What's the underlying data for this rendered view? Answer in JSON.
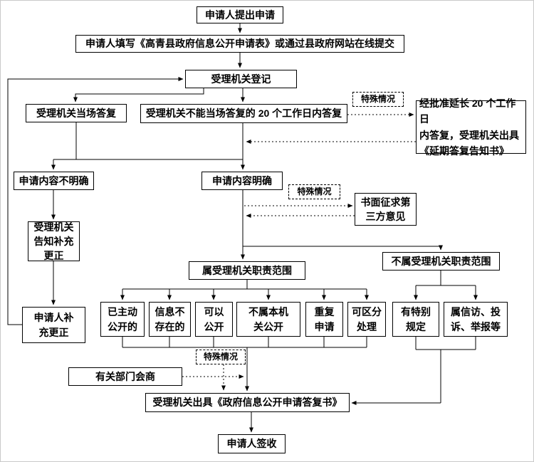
{
  "nodes": {
    "start": {
      "label": "申请人提出申请"
    },
    "fill_form": {
      "label": "申请人填写《高青县政府信息公开申请表》或通过县政府网站在线提交"
    },
    "register": {
      "label": "受理机关登记"
    },
    "onsite_reply": {
      "label": "受理机关当场答复"
    },
    "deferred_reply": {
      "label": "受理机关不能当场答复的 20 个工作日内答复"
    },
    "special_case_top": {
      "label": "特殊情况"
    },
    "extension": {
      "label": "经批准延长 20 个工作日\n内答复，受理机关出具\n《延期答复告知书》"
    },
    "content_unclear": {
      "label": "申请内容不明确"
    },
    "content_clear": {
      "label": "申请内容明确"
    },
    "special_case_mid": {
      "label": "特殊情况"
    },
    "third_party": {
      "label": "书面征求第\n三方意见"
    },
    "notify_correction": {
      "label": "受理机关\n告知补充\n更正"
    },
    "applicant_correction": {
      "label": "申请人补\n充更正"
    },
    "in_scope": {
      "label": "属受理机关职责范围"
    },
    "out_of_scope": {
      "label": "不属受理机关职责范围"
    },
    "already_public": {
      "label": "已主动\n公开的"
    },
    "not_exist": {
      "label": "信息不\n存在的"
    },
    "can_disclose": {
      "label": "可以\n公开"
    },
    "other_agency": {
      "label": "不属本机\n关公开"
    },
    "duplicate": {
      "label": "重复\n申请"
    },
    "separable": {
      "label": "可区分\n处理"
    },
    "special_provision": {
      "label": "有特别\n规定"
    },
    "petition": {
      "label": "属信访、投\n诉、举报等"
    },
    "special_case_bottom": {
      "label": "特殊情况"
    },
    "consultation": {
      "label": "有关部门会商"
    },
    "issue_reply": {
      "label": "受理机关出具《政府信息公开申请答复书》"
    },
    "sign_receipt": {
      "label": "申请人签收"
    }
  },
  "colors": {
    "line": "#000000",
    "border": "#000000",
    "background": "#ffffff",
    "text": "#000000"
  }
}
